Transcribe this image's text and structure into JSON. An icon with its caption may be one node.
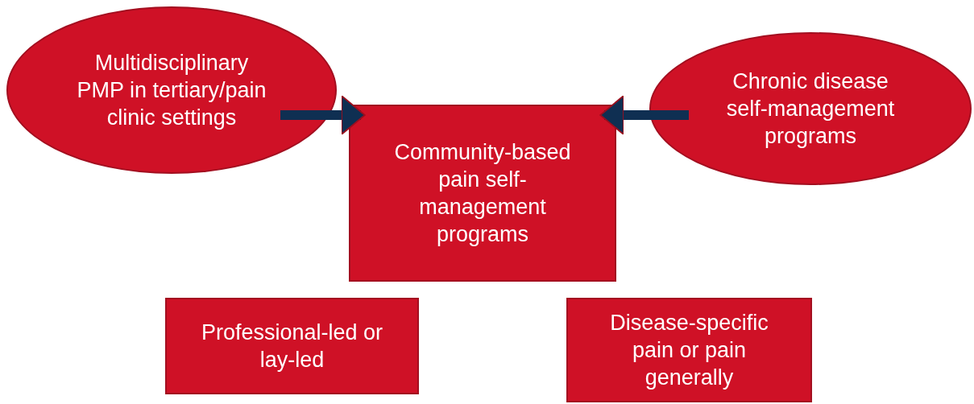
{
  "diagram": {
    "nodes": [
      {
        "text": [
          "Multidisciplinary PMP in tertiary/pain clinic settings"
        ]
      },
      {
        "text": [
          "Chronic disease self-management programs"
        ]
      },
      {
        "text": [
          "Community-based pain self-management programs"
        ]
      },
      {
        "text": [
          "Professional-led or lay-led"
        ]
      },
      {
        "text": [
          "Disease-specific pain or pain generally"
        ]
      }
    ],
    "edges": [
      {
        "from": 0,
        "to": 2,
        "arrow": "to"
      },
      {
        "from": 1,
        "to": 2,
        "arrow": "to"
      }
    ]
  }
}
